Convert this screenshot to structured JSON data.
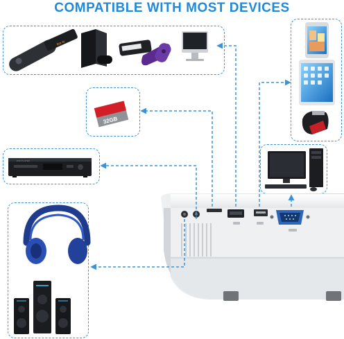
{
  "header": {
    "title": "COMPATIBLE WITH MOST DEVICES"
  },
  "devices": {
    "streaming": [
      {
        "name": "firestick-remote"
      },
      {
        "name": "game-console"
      },
      {
        "name": "streaming-stick"
      },
      {
        "name": "desktop-monitor"
      }
    ],
    "memory_card_label": "32GB",
    "dvd_player_label": "DVD PLAYER",
    "mobile": [
      {
        "name": "smartphone"
      },
      {
        "name": "tablet"
      },
      {
        "name": "usb-flash-drive"
      }
    ],
    "desktop_pc": {
      "name": "desktop-computer"
    },
    "audio": [
      {
        "name": "headphones"
      },
      {
        "name": "speaker-system"
      }
    ]
  },
  "projector": {
    "ports": [
      "audio-jack",
      "av-jack",
      "sd-slot",
      "hdmi-port",
      "usb-port",
      "vga-port"
    ]
  },
  "colors": {
    "accent": "#1f8ad9",
    "box_border": "#3a93d8",
    "projector_body": "#f2f4f6"
  }
}
